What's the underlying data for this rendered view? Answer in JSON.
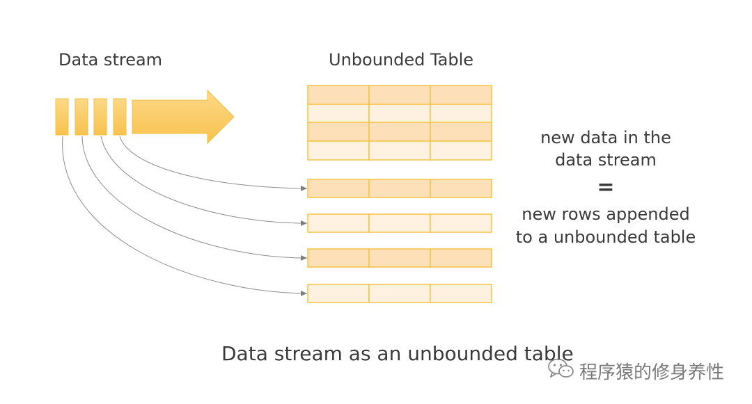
{
  "labels": {
    "data_stream": "Data stream",
    "unbounded_table": "Unbounded Table",
    "caption": "Data stream as an unbounded table"
  },
  "equation": {
    "line1": "new data in the",
    "line2": "data stream",
    "sign": "=",
    "line3": "new rows appended",
    "line4": "to a unbounded table"
  },
  "watermark": {
    "text": "程序猿的修身养性",
    "icon": "wechat-icon"
  },
  "colors": {
    "fill_dark": "#fde0b8",
    "fill_light": "#fef1e0",
    "stroke": "#f5c242",
    "stream_fill": "#fbcf6a",
    "arrow_line": "#8c8c8c"
  }
}
